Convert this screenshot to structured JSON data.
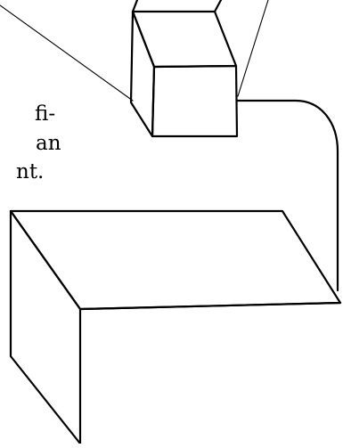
{
  "text_fragments": [
    "fi-",
    "an",
    "nt."
  ],
  "colors": {
    "background": "#ffffff",
    "ink": "#000000"
  }
}
